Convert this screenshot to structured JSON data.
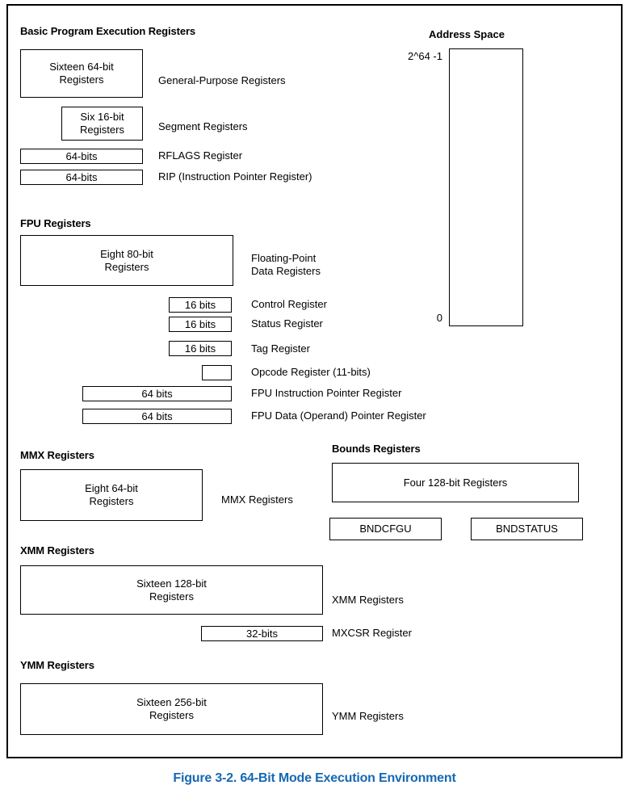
{
  "figure": {
    "caption": "Figure 3-2.  64-Bit Mode Execution Environment",
    "caption_color": "#1668b3"
  },
  "address_space": {
    "title": "Address Space",
    "top_value": "2^64 -1",
    "bottom_value": "0"
  },
  "sections": {
    "basic": {
      "title": "Basic Program Execution Registers",
      "rows": [
        {
          "box": "Sixteen 64-bit\nRegisters",
          "label": "General-Purpose Registers"
        },
        {
          "box": "Six 16-bit\nRegisters",
          "label": "Segment Registers"
        },
        {
          "box": "64-bits",
          "label": "RFLAGS Register"
        },
        {
          "box": "64-bits",
          "label": "RIP (Instruction Pointer Register)"
        }
      ]
    },
    "fpu": {
      "title": "FPU Registers",
      "rows": [
        {
          "box": "Eight 80-bit\nRegisters",
          "label": "Floating-Point\nData Registers"
        },
        {
          "box": "16 bits",
          "label": "Control Register"
        },
        {
          "box": "16 bits",
          "label": "Status Register"
        },
        {
          "box": "16 bits",
          "label": "Tag Register"
        },
        {
          "box": "",
          "label": "Opcode Register (11-bits)"
        },
        {
          "box": "64 bits",
          "label": "FPU Instruction Pointer Register"
        },
        {
          "box": "64 bits",
          "label": "FPU Data (Operand) Pointer Register"
        }
      ]
    },
    "mmx": {
      "title": "MMX Registers",
      "rows": [
        {
          "box": "Eight 64-bit\nRegisters",
          "label": "MMX Registers"
        }
      ]
    },
    "bounds": {
      "title": "Bounds Registers",
      "rows": [
        {
          "box": "Four 128-bit Registers",
          "label": ""
        },
        {
          "box": "BNDCFGU",
          "label": ""
        },
        {
          "box": "BNDSTATUS",
          "label": ""
        }
      ]
    },
    "xmm": {
      "title": "XMM Registers",
      "rows": [
        {
          "box": "Sixteen 128-bit\nRegisters",
          "label": "XMM Registers"
        },
        {
          "box": "32-bits",
          "label": "MXCSR Register"
        }
      ]
    },
    "ymm": {
      "title": "YMM Registers",
      "rows": [
        {
          "box": "Sixteen 256-bit\nRegisters",
          "label": "YMM Registers"
        }
      ]
    }
  }
}
